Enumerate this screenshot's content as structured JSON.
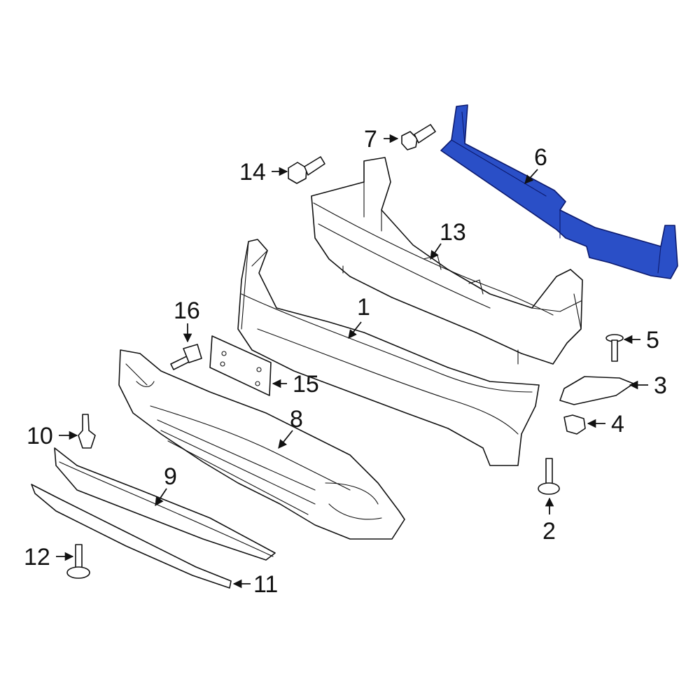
{
  "highlight_color": "#2a4fc7",
  "callouts": [
    {
      "id": "1",
      "label": "1"
    },
    {
      "id": "2",
      "label": "2"
    },
    {
      "id": "3",
      "label": "3"
    },
    {
      "id": "4",
      "label": "4"
    },
    {
      "id": "5",
      "label": "5"
    },
    {
      "id": "6",
      "label": "6"
    },
    {
      "id": "7",
      "label": "7"
    },
    {
      "id": "8",
      "label": "8"
    },
    {
      "id": "9",
      "label": "9"
    },
    {
      "id": "10",
      "label": "10"
    },
    {
      "id": "11",
      "label": "11"
    },
    {
      "id": "12",
      "label": "12"
    },
    {
      "id": "13",
      "label": "13"
    },
    {
      "id": "14",
      "label": "14"
    },
    {
      "id": "15",
      "label": "15"
    },
    {
      "id": "16",
      "label": "16"
    }
  ]
}
